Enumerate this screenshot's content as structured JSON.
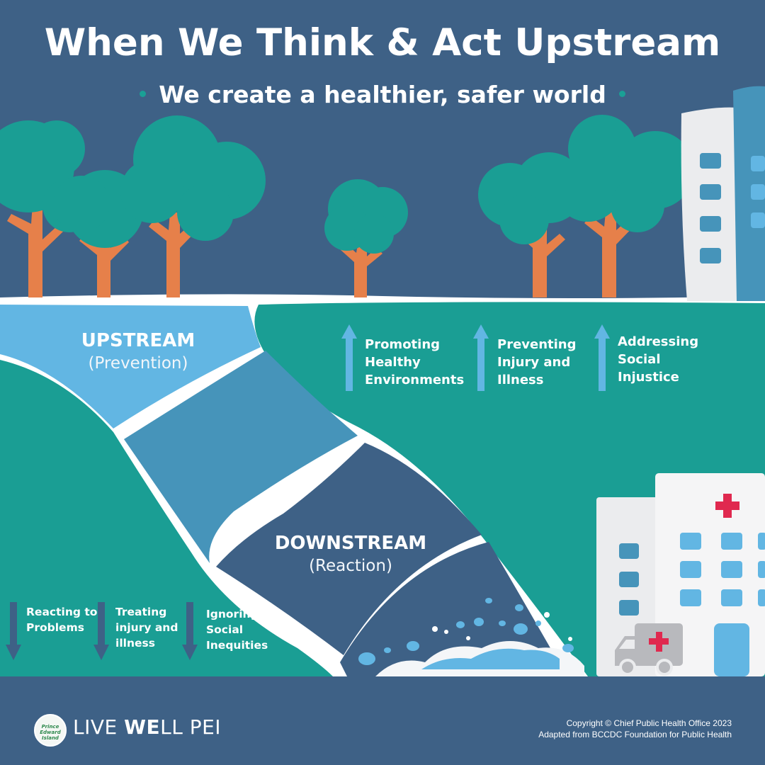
{
  "title": "When We Think & Act Upstream",
  "subtitle": "We create a healthier, safer world",
  "upstream": {
    "heading": "UPSTREAM",
    "subheading": "(Prevention)",
    "actions": [
      {
        "line1": "Promoting",
        "line2": "Healthy",
        "line3": "Environments"
      },
      {
        "line1": "Preventing",
        "line2": "Injury and",
        "line3": "Illness"
      },
      {
        "line1": "Addressing",
        "line2": "Social",
        "line3": "Injustice"
      }
    ]
  },
  "downstream": {
    "heading": "DOWNSTREAM",
    "subheading": "(Reaction)",
    "actions": [
      {
        "line1": "Reacting to",
        "line2": "Problems",
        "line3": ""
      },
      {
        "line1": "Treating",
        "line2": "injury and",
        "line3": "illness"
      },
      {
        "line1": "Ignoring",
        "line2": "Social",
        "line3": "Inequities"
      }
    ]
  },
  "footer": {
    "logo_text": "Prince Edward Island",
    "brand_prefix": "LIVE ",
    "brand_bold": "WE",
    "brand_suffix": "LL PEI",
    "copyright": "Copyright © Chief Public Health Office 2023",
    "adapted": "Adapted from BCCDC Foundation for Public Health"
  },
  "colors": {
    "background": "#3e6186",
    "grass": "#1a9e94",
    "river_light": "#62b6e3",
    "river_mid": "#4694ba",
    "river_dark": "#3e6186",
    "tree_top": "#1a9e94",
    "tree_trunk": "#e6804a",
    "arrow_up": "#62b6e3",
    "arrow_down": "#3e6186",
    "cross": "#e0294f"
  }
}
